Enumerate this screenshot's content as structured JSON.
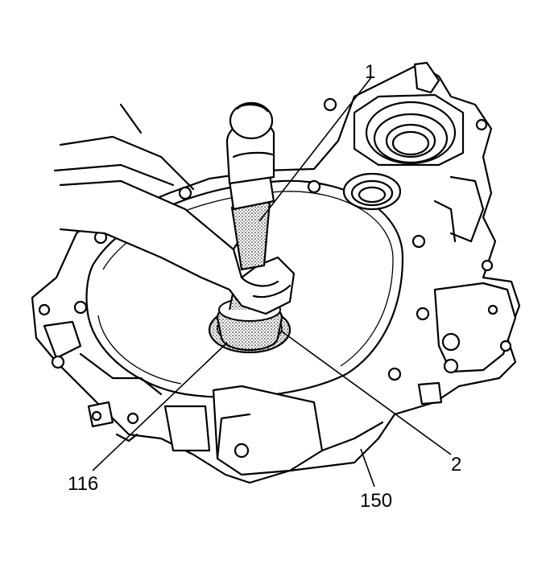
{
  "figure": {
    "description_kind": "line-illustration",
    "callouts": {
      "c1": "1",
      "c2": "2",
      "c116": "116",
      "c150": "150"
    }
  }
}
